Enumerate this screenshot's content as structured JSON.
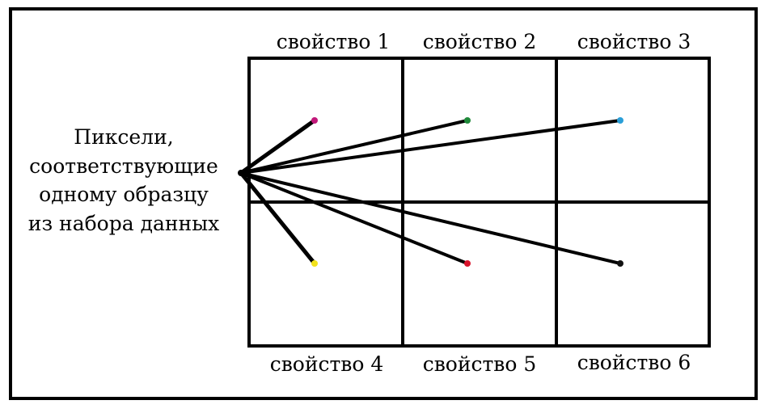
{
  "source_label": [
    "Пиксели,",
    "соответствующие",
    "одному образцу",
    "из набора данных"
  ],
  "cells": [
    {
      "label": "свойство 1",
      "dot_color": "#c2187a"
    },
    {
      "label": "свойство 2",
      "dot_color": "#1f8a3a"
    },
    {
      "label": "свойство 3",
      "dot_color": "#2a9fd8"
    },
    {
      "label": "свойство 4",
      "dot_color": "#f2e21c"
    },
    {
      "label": "свойство 5",
      "dot_color": "#d8142c"
    },
    {
      "label": "свойство 6",
      "dot_color": "#111111"
    }
  ]
}
